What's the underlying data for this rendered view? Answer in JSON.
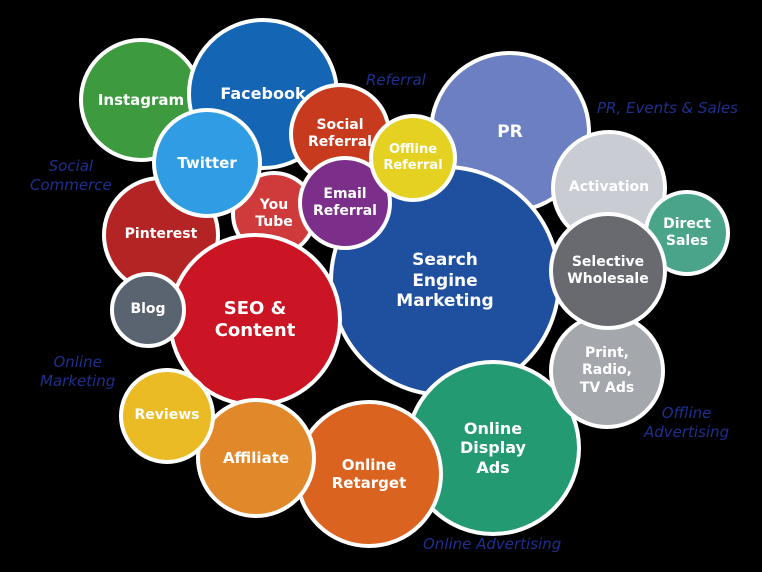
{
  "colors": {
    "background": "#000000",
    "category_label": "#1f2f8f",
    "bubble_border": "#ffffff"
  },
  "categories": [
    {
      "id": "referral",
      "label": "Referral"
    },
    {
      "id": "pr",
      "label": "PR, Events  &  Sales"
    },
    {
      "id": "social",
      "label": "Social\nCommerce"
    },
    {
      "id": "online_marketing",
      "label": "Online\nMarketing"
    },
    {
      "id": "offline_advertising",
      "label": "Offline\nAdvertising"
    },
    {
      "id": "online_advertising",
      "label": "Online Advertising"
    }
  ],
  "bubbles": [
    {
      "id": "instagram",
      "label": "Instagram",
      "color": "#3e9a3e"
    },
    {
      "id": "facebook",
      "label": "Facebook",
      "color": "#1565b5"
    },
    {
      "id": "social_referral",
      "label": "Social\nReferral",
      "color": "#c83a1e"
    },
    {
      "id": "pr",
      "label": "PR",
      "color": "#6b7fc2"
    },
    {
      "id": "activation",
      "label": "Activation",
      "color": "#c9ccd2"
    },
    {
      "id": "direct_sales",
      "label": "Direct\nSales",
      "color": "#4aa48a"
    },
    {
      "id": "pinterest",
      "label": "Pinterest",
      "color": "#b52424"
    },
    {
      "id": "youtube",
      "label": "You\nTube",
      "color": "#cf3b3b"
    },
    {
      "id": "search_engine_marketing",
      "label": "Search\nEngine\nMarketing",
      "color": "#1f4f9f"
    },
    {
      "id": "seo_content",
      "label": "SEO &\nContent",
      "color": "#cb1424"
    },
    {
      "id": "online_display_ads",
      "label": "Online\nDisplay\nAds",
      "color": "#249a72"
    },
    {
      "id": "online_retarget",
      "label": "Online\nRetarget",
      "color": "#d9631f"
    },
    {
      "id": "affiliate",
      "label": "Affiliate",
      "color": "#e1892a"
    },
    {
      "id": "reviews",
      "label": "Reviews",
      "color": "#ebbb25"
    },
    {
      "id": "blog",
      "label": "Blog",
      "color": "#5a6470"
    },
    {
      "id": "print_radio_tv",
      "label": "Print,\nRadio,\nTV Ads",
      "color": "#a4a7ab"
    },
    {
      "id": "selective_wholesale",
      "label": "Selective\nWholesale",
      "color": "#686a70"
    },
    {
      "id": "twitter",
      "label": "Twitter",
      "color": "#2f9ce3"
    },
    {
      "id": "email_referral",
      "label": "Email\nReferral",
      "color": "#7b2f8a"
    },
    {
      "id": "offline_referral",
      "label": "Offline\nReferral",
      "color": "#e4d122"
    }
  ]
}
